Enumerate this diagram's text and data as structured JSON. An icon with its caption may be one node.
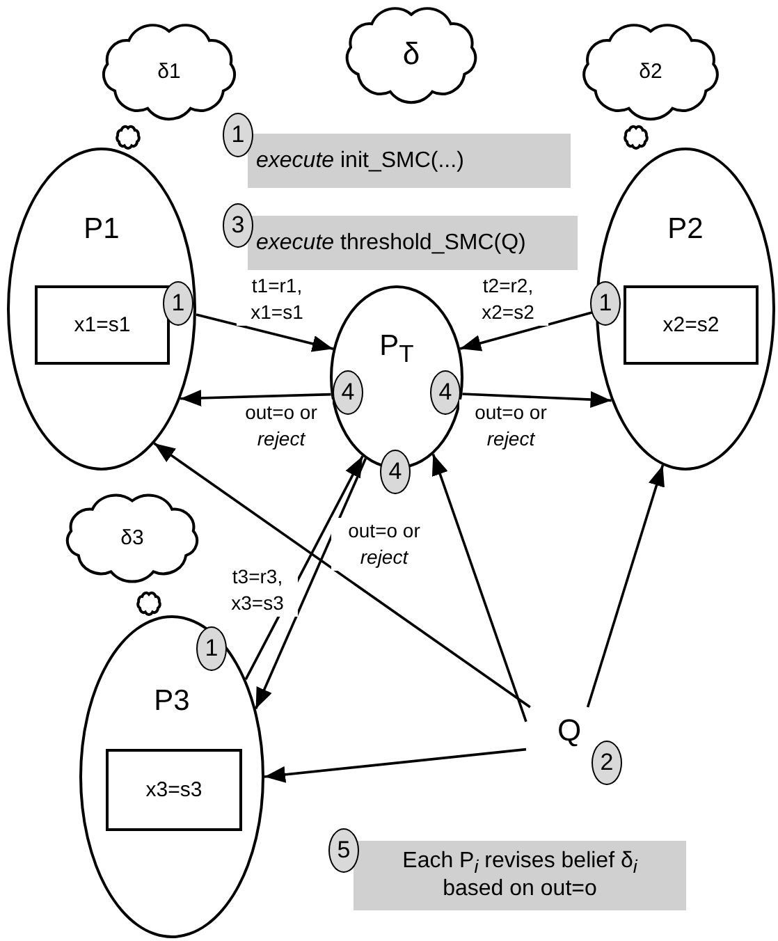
{
  "diagram": {
    "nodes": [
      {
        "text": [
          "δ1"
        ]
      },
      {
        "text": [
          "δ"
        ]
      },
      {
        "text": [
          "δ2"
        ]
      },
      {
        "text": [],
        "shape": "cloud"
      },
      {
        "text": [
          "1"
        ]
      },
      {
        "text": [
          "*execute* init_SMC(...)"
        ]
      },
      {
        "text": [],
        "shape": "cloud"
      },
      {
        "text": [
          "P1"
        ]
      },
      {
        "text": [
          "x1=s1"
        ],
        "in": 7
      },
      {
        "text": [
          "3"
        ]
      },
      {
        "text": [
          "*execute* threshold_SMC(Q)"
        ]
      },
      {
        "text": [
          "P2"
        ]
      },
      {
        "text": [
          "x2=s2"
        ],
        "in": 11
      },
      {
        "text": [
          "1"
        ],
        "in": 7
      },
      {
        "text": [
          "1"
        ]
      },
      {
        "text": [
          "P$_{T}$"
        ]
      },
      {
        "text": [
          "4"
        ],
        "in": 15
      },
      {
        "text": [
          "4"
        ],
        "in": 15
      },
      {
        "text": [
          "4"
        ]
      },
      {
        "text": [
          "δ3"
        ]
      },
      {
        "text": [],
        "shape": "cloud"
      },
      {
        "text": [
          "1"
        ],
        "in": 22
      },
      {
        "text": [
          "P3"
        ]
      },
      {
        "text": [
          "x3=s3"
        ],
        "in": 22
      },
      {
        "text": [
          "Q"
        ]
      },
      {
        "text": [
          "2"
        ]
      },
      {
        "text": [
          "5"
        ]
      },
      {
        "text": [
          "Each P$_{i}$ revises belief δ$_{i}$ based on out=o"
        ]
      }
    ],
    "edges": [
      {
        "from": 7,
        "to": 15,
        "arrow": "to",
        "label": "t1=r1, x1=s1"
      },
      {
        "from": 11,
        "to": 15,
        "arrow": "to",
        "label": "t2=r2, x2=s2"
      },
      {
        "from": 15,
        "to": 7,
        "arrow": "to",
        "label": "out=o or *reject*"
      },
      {
        "from": 15,
        "to": 11,
        "arrow": "to",
        "label": "out=o or *reject*"
      },
      {
        "from": 22,
        "to": 15,
        "arrow": "to",
        "label": "t3=r3, x3=s3"
      },
      {
        "from": 15,
        "to": 22,
        "arrow": "to",
        "label": "out=o or *reject*"
      },
      {
        "from": 24,
        "to": 7,
        "arrow": "to"
      },
      {
        "from": 24,
        "to": 15,
        "arrow": "to"
      },
      {
        "from": 24,
        "to": 11,
        "arrow": "to"
      },
      {
        "from": 24,
        "to": 22,
        "arrow": "to"
      }
    ]
  }
}
